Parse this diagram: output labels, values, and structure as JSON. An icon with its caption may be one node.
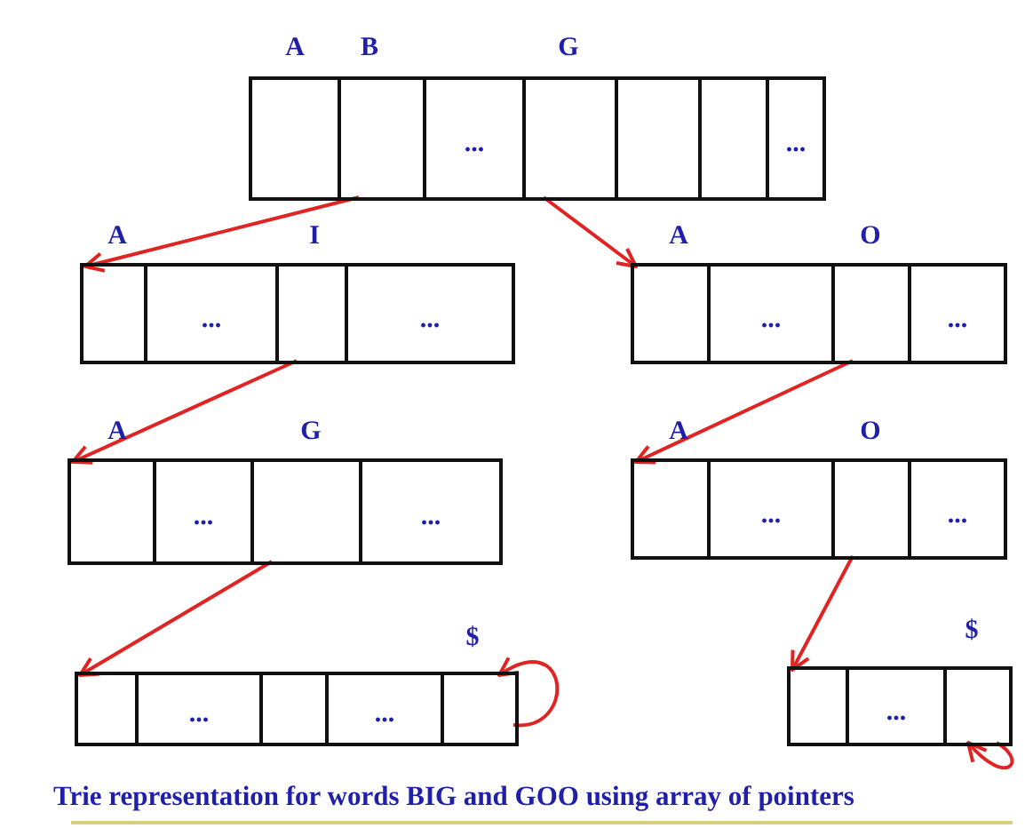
{
  "diagram": {
    "caption": "Trie representation for words BIG and GOO using array of pointers",
    "nodes": [
      {
        "text": [],
        "shape": "box"
      },
      {
        "text": [],
        "shape": "box",
        "in": 0
      },
      {
        "text": [],
        "shape": "box",
        "in": 0
      },
      {
        "text": [
          "..."
        ],
        "in": 0
      },
      {
        "text": [],
        "shape": "box",
        "in": 0
      },
      {
        "text": [],
        "shape": "box",
        "in": 0
      },
      {
        "text": [],
        "shape": "box",
        "in": 0
      },
      {
        "text": [
          "..."
        ],
        "in": 0
      },
      {
        "text": [],
        "shape": "box"
      },
      {
        "text": [],
        "shape": "box",
        "in": 8
      },
      {
        "text": [
          "..."
        ],
        "in": 8
      },
      {
        "text": [],
        "shape": "box",
        "in": 8
      },
      {
        "text": [
          "..."
        ],
        "in": 8
      },
      {
        "text": [],
        "shape": "box"
      },
      {
        "text": [],
        "shape": "box",
        "in": 13
      },
      {
        "text": [
          "..."
        ],
        "in": 13
      },
      {
        "text": [],
        "shape": "box",
        "in": 13
      },
      {
        "text": [
          "..."
        ],
        "in": 13
      },
      {
        "text": [],
        "shape": "box"
      },
      {
        "text": [],
        "shape": "box",
        "in": 18
      },
      {
        "text": [
          "..."
        ],
        "in": 18
      },
      {
        "text": [],
        "shape": "box",
        "in": 18
      },
      {
        "text": [
          "..."
        ],
        "in": 18
      },
      {
        "text": [],
        "shape": "box"
      },
      {
        "text": [],
        "shape": "box",
        "in": 23
      },
      {
        "text": [
          "..."
        ],
        "in": 23
      },
      {
        "text": [],
        "shape": "box",
        "in": 23
      },
      {
        "text": [
          "..."
        ],
        "in": 23
      },
      {
        "text": [],
        "shape": "box"
      },
      {
        "text": [],
        "shape": "box",
        "in": 28
      },
      {
        "text": [
          "..."
        ],
        "in": 28
      },
      {
        "text": [],
        "shape": "box",
        "in": 28
      },
      {
        "text": [
          "..."
        ],
        "in": 28
      },
      {
        "text": [],
        "shape": "box",
        "in": 28
      },
      {
        "text": [],
        "shape": "box"
      },
      {
        "text": [],
        "shape": "box",
        "in": 34
      },
      {
        "text": [
          "..."
        ],
        "in": 34
      },
      {
        "text": [],
        "shape": "box",
        "in": 34
      }
    ],
    "edges": [
      {
        "from": 2,
        "to": 9,
        "arrow": "to"
      },
      {
        "from": 4,
        "to": 14,
        "arrow": "to"
      },
      {
        "from": 11,
        "to": 19,
        "arrow": "to"
      },
      {
        "from": 16,
        "to": 24,
        "arrow": "to"
      },
      {
        "from": 21,
        "to": 29,
        "arrow": "to"
      },
      {
        "from": 26,
        "to": 35,
        "arrow": "to"
      },
      {
        "from": 33,
        "to": 33,
        "arrow": "to"
      },
      {
        "from": 37,
        "to": 37,
        "arrow": "to"
      }
    ],
    "labels": [
      "A",
      "B",
      "G",
      "A",
      "I",
      "A",
      "O",
      "A",
      "G",
      "A",
      "O",
      "$",
      "$"
    ]
  }
}
